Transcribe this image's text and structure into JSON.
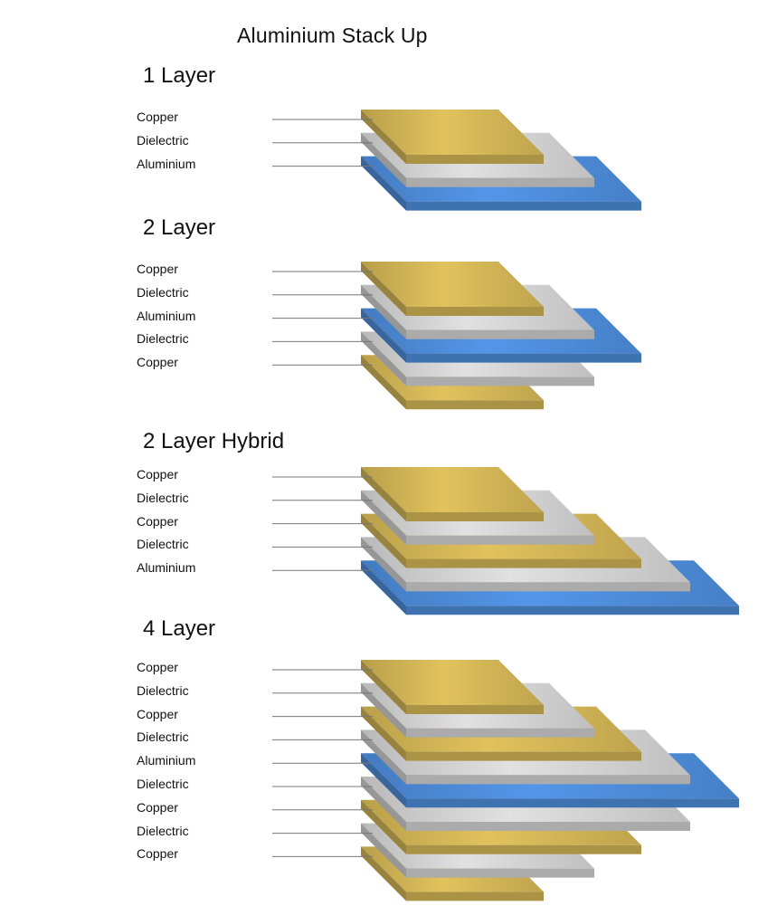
{
  "title": "Aluminium Stack Up",
  "colors": {
    "copper": "#c9ad52",
    "dielectric": "#c9c9c9",
    "aluminium": "#4a86d0"
  },
  "sections": [
    {
      "heading": "1 Layer",
      "layers": [
        {
          "label": "Copper",
          "material": "copper"
        },
        {
          "label": "Dielectric",
          "material": "dielectric"
        },
        {
          "label": "Aluminium",
          "material": "aluminium"
        }
      ]
    },
    {
      "heading": "2 Layer",
      "layers": [
        {
          "label": "Copper",
          "material": "copper"
        },
        {
          "label": "Dielectric",
          "material": "dielectric"
        },
        {
          "label": "Aluminium",
          "material": "aluminium"
        },
        {
          "label": "Dielectric",
          "material": "dielectric"
        },
        {
          "label": "Copper",
          "material": "copper"
        }
      ]
    },
    {
      "heading": "2 Layer Hybrid",
      "layers": [
        {
          "label": "Copper",
          "material": "copper"
        },
        {
          "label": "Dielectric",
          "material": "dielectric"
        },
        {
          "label": "Copper",
          "material": "copper"
        },
        {
          "label": "Dielectric",
          "material": "dielectric"
        },
        {
          "label": "Aluminium",
          "material": "aluminium"
        }
      ]
    },
    {
      "heading": "4 Layer",
      "layers": [
        {
          "label": "Copper",
          "material": "copper"
        },
        {
          "label": "Dielectric",
          "material": "dielectric"
        },
        {
          "label": "Copper",
          "material": "copper"
        },
        {
          "label": "Dielectric",
          "material": "dielectric"
        },
        {
          "label": "Aluminium",
          "material": "aluminium"
        },
        {
          "label": "Dielectric",
          "material": "dielectric"
        },
        {
          "label": "Copper",
          "material": "copper"
        },
        {
          "label": "Dielectric",
          "material": "dielectric"
        },
        {
          "label": "Copper",
          "material": "copper"
        }
      ]
    }
  ]
}
